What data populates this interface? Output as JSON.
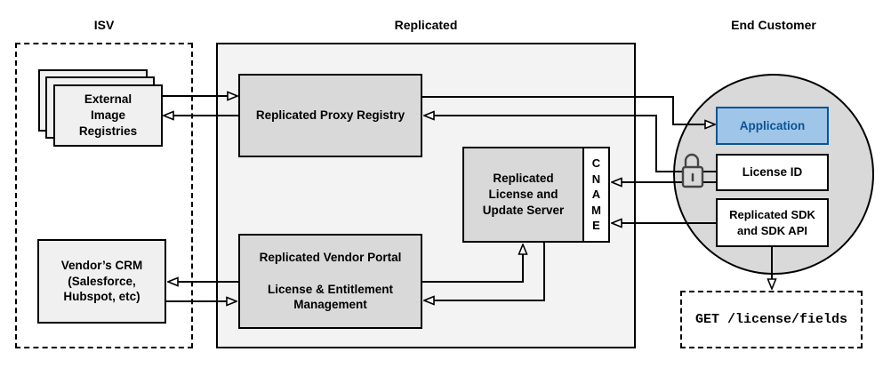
{
  "sections": {
    "isv": "ISV",
    "replicated": "Replicated",
    "end_customer": "End Customer"
  },
  "nodes": {
    "external_image_registries": "External\nImage\nRegistries",
    "vendors_crm": "Vendor’s CRM\n(Salesforce,\nHubspot, etc)",
    "proxy_registry": "Replicated Proxy Registry",
    "vendor_portal": "Replicated Vendor Portal\n\nLicense & Entitlement\nManagement",
    "license_update_server": "Replicated\nLicense and\nUpdate Server",
    "cname": "C\nN\nA\nM\nE",
    "application": "Application",
    "license_id": "License ID",
    "replicated_sdk": "Replicated SDK\nand SDK API",
    "get_license_fields": "GET /license/fields"
  },
  "icons": {
    "unlock": "unlocked-padlock-icon"
  },
  "colors": {
    "page_background": "#ffffff",
    "replicated_container_fill": "#f3f3f3",
    "node_fill_gray": "#d9d9d9",
    "node_fill_light": "#f0f0f0",
    "circle_fill": "#d9d9d9",
    "application_fill": "#9fc5e8",
    "application_border": "#0b5394",
    "application_text": "#0b5394",
    "line_color": "#000000",
    "arrowhead_fill": "#ffffff"
  }
}
